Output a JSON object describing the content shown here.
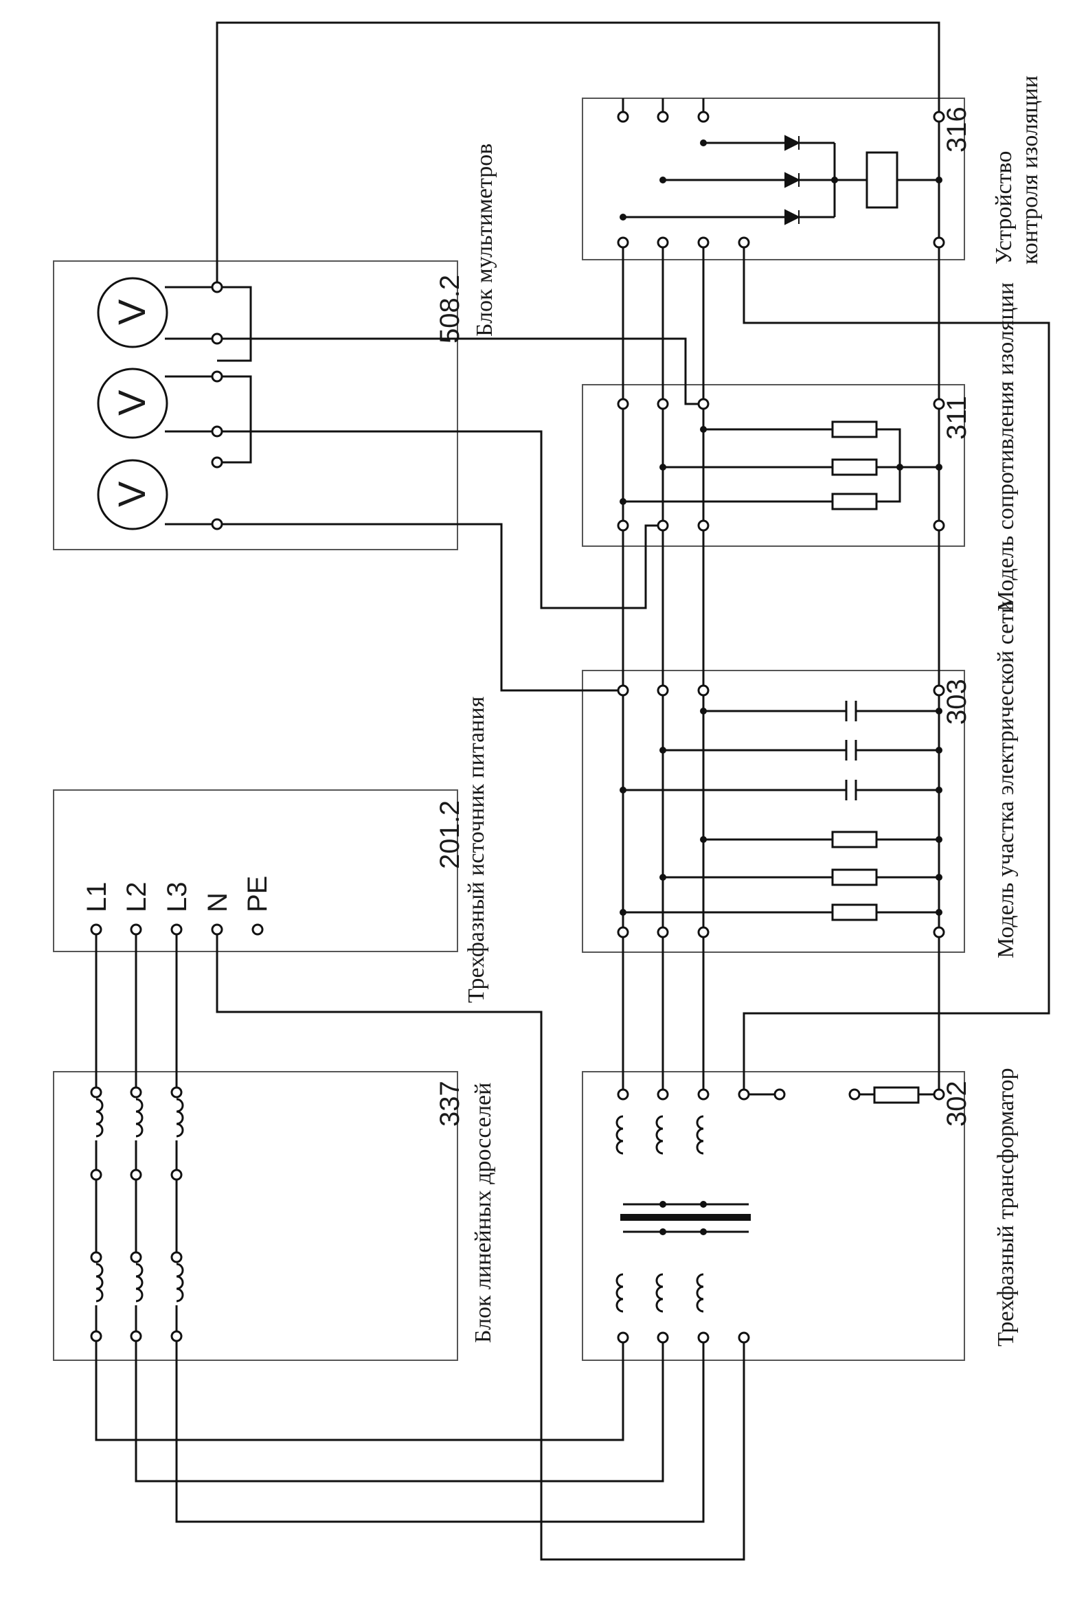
{
  "blocks": {
    "chokes": {
      "number": "337",
      "caption": "Блок линейных дросселей"
    },
    "transformer": {
      "number": "302",
      "caption": "Трехфазный трансформатор"
    },
    "source": {
      "number": "201.2",
      "caption": "Трехфазный источник питания"
    },
    "network": {
      "number": "303",
      "caption": "Модель участка электрической сети"
    },
    "multimeters": {
      "number": "508.2",
      "caption": "Блок мультиметров"
    },
    "insulation": {
      "number": "311",
      "caption": "Модель сопротивления изоляции"
    },
    "monitor": {
      "number": "316",
      "caption_line1": "Устройство",
      "caption_line2": "контроля изоляции"
    }
  },
  "terminals": {
    "l1": "L1",
    "l2": "L2",
    "l3": "L3",
    "n": "N",
    "pe": "PE"
  },
  "meter_symbol": "V"
}
